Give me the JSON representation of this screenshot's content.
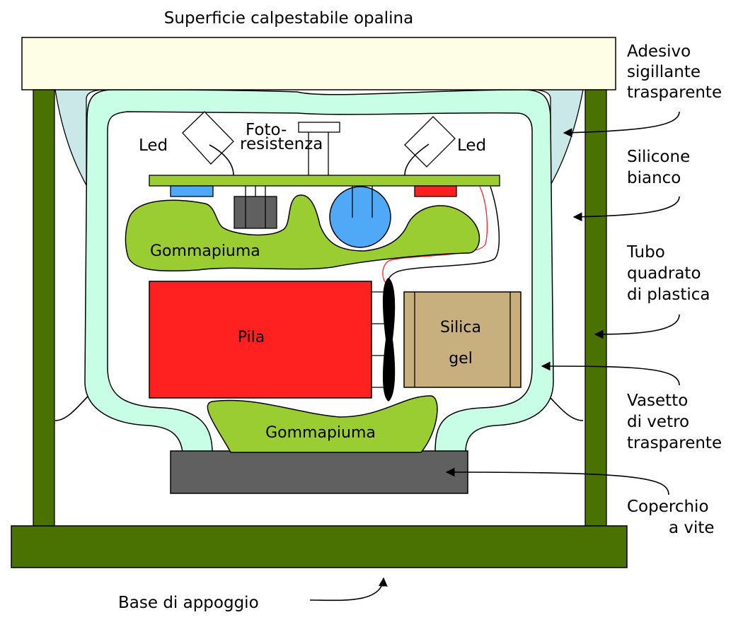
{
  "diagram": {
    "title": "Superficie calpestabile opalina",
    "colors": {
      "surface": "#fefee6",
      "tube": "#4a7200",
      "adhesive": "#cbe8e8",
      "glass_jar": "#c8fde6",
      "board": "#9acd32",
      "foam": "#9acd32",
      "battery": "#ff2020",
      "silica": "#c8b07e",
      "lid": "#606060",
      "blue_component": "#4fa9f7",
      "red_component": "#ff2020",
      "chip": "#606060"
    },
    "inner_labels": {
      "led_left": "Led",
      "led_right": "Led",
      "photo_line1": "Foto-",
      "photo_line2": "resistenza",
      "foam_top": "Gommapiuma",
      "foam_bottom": "Gommapiuma",
      "battery": "Pila",
      "silica_line1": "Silica",
      "silica_line2": "gel"
    },
    "callouts": {
      "adhesive": [
        "Adesivo",
        "sigillante",
        "trasparente"
      ],
      "silicone": [
        "Silicone",
        "bianco"
      ],
      "tube": [
        "Tubo",
        "quadrato",
        "di plastica"
      ],
      "jar": [
        "Vasetto",
        "di vetro",
        "trasparente"
      ],
      "lid": [
        "Coperchio",
        "a vite"
      ],
      "base": "Base di appoggio"
    }
  }
}
